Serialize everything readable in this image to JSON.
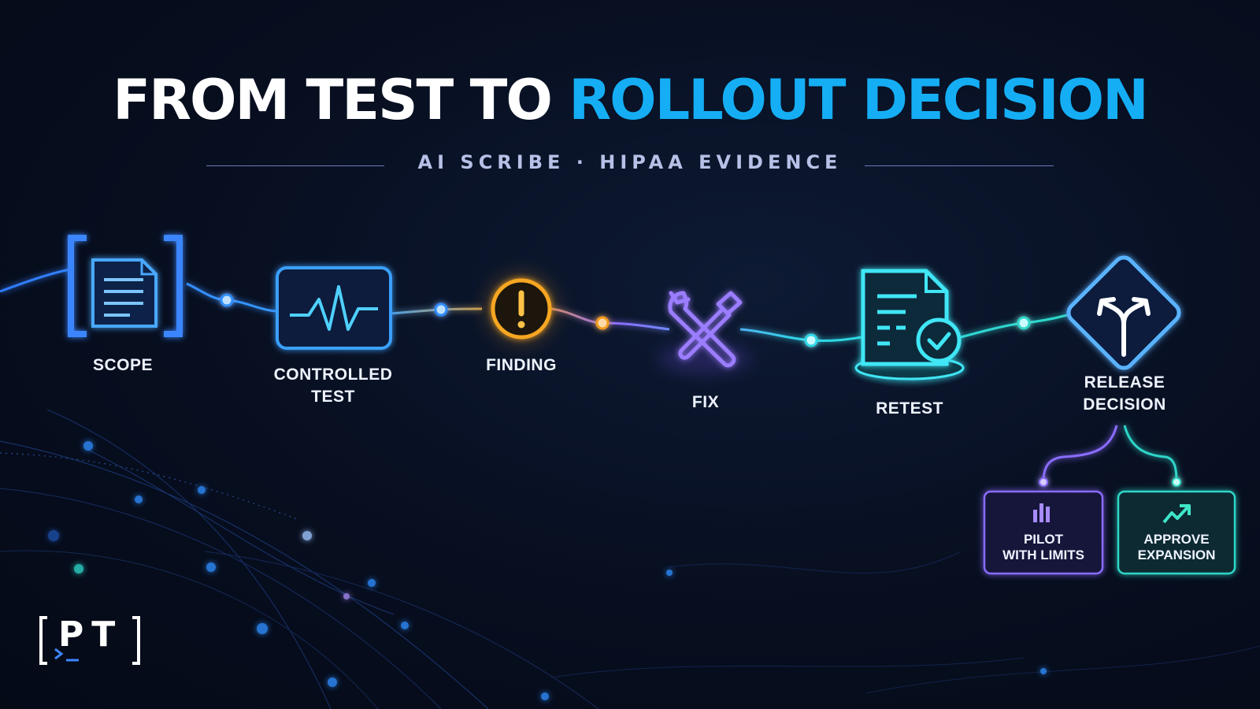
{
  "title": {
    "part1": "FROM TEST TO",
    "part2": "ROLLOUT DECISION"
  },
  "subtitle": "AI SCRIBE · HIPAA EVIDENCE",
  "steps": [
    {
      "label": "SCOPE",
      "icon": "document-bracket-icon",
      "color": "#2f7bff"
    },
    {
      "label": "CONTROLLED\nTEST",
      "icon": "heartbeat-monitor-icon",
      "color": "#2f8dff"
    },
    {
      "label": "FINDING",
      "icon": "alert-icon",
      "color": "#f29a1c"
    },
    {
      "label": "FIX",
      "icon": "wrench-screwdriver-icon",
      "color": "#8a6cff"
    },
    {
      "label": "RETEST",
      "icon": "document-check-icon",
      "color": "#2fd6e8"
    },
    {
      "label": "RELEASE\nDECISION",
      "icon": "fork-arrow-icon",
      "color": "#4aa8ff"
    }
  ],
  "outcomes": [
    {
      "label": "PILOT\nWITH LIMITS",
      "icon": "bar-chart-icon",
      "color": "#8a6cff"
    },
    {
      "label": "APPROVE\nEXPANSION",
      "icon": "trend-up-icon",
      "color": "#2fd6c8"
    }
  ],
  "logo": {
    "text": "PT",
    "icon": "pt-logo-icon"
  }
}
